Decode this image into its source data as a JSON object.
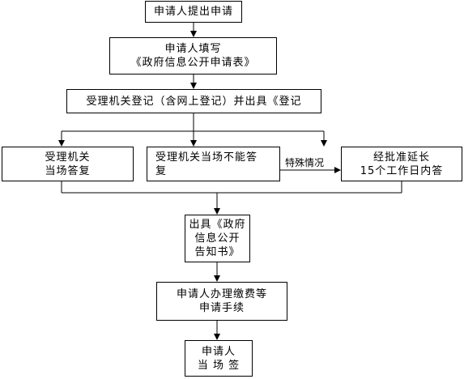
{
  "nodes": {
    "apply": {
      "lines": [
        "申请人提出申请"
      ]
    },
    "fill_form": {
      "lines": [
        "申请人填写",
        "《政府信息公开申请表》"
      ]
    },
    "register": {
      "lines": [
        "受理机关登记（含网上登记）并出具《登记"
      ]
    },
    "answer_now": {
      "lines": [
        "受理机关",
        "当场答复"
      ]
    },
    "cannot_answer": {
      "lines": [
        "受理机关当场不能答",
        "复"
      ]
    },
    "extend": {
      "lines": [
        "经批准延长",
        "15个工作日内答"
      ]
    },
    "issue_notice": {
      "lines": [
        "出具《政府",
        "信息公开",
        "告知书》"
      ]
    },
    "pay_fees": {
      "lines": [
        "申请人办理缴费等",
        "申请手续"
      ]
    },
    "sign": {
      "lines": [
        "申请人",
        "当 场 签"
      ]
    }
  },
  "edge_labels": {
    "special_case": "特殊情况"
  }
}
